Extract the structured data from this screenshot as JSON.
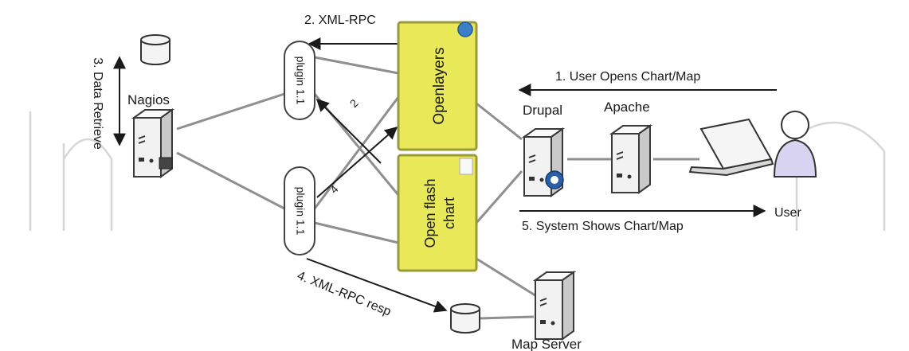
{
  "nodes": {
    "nagios": "Nagios",
    "openlayers": "Openlayers",
    "open_flash_chart": [
      "Open flash",
      "chart"
    ],
    "plugin_top": "plugin 1.1",
    "plugin_bottom": "plugin 1.1",
    "drupal": "Drupal",
    "apache": "Apache",
    "user": "User",
    "map_server": "Map Server"
  },
  "steps": {
    "s1": "1. User Opens Chart/Map",
    "s2": "2. XML-RPC",
    "s3": "3. Data Retrieve",
    "s4": "4. XML-RPC resp",
    "s5": "5. System Shows Chart/Map",
    "n2": "2",
    "n4": "4"
  },
  "colors": {
    "yellow_box": "#e8e858",
    "connector": "#8f8f8f",
    "arrow": "#1a1a1a"
  }
}
